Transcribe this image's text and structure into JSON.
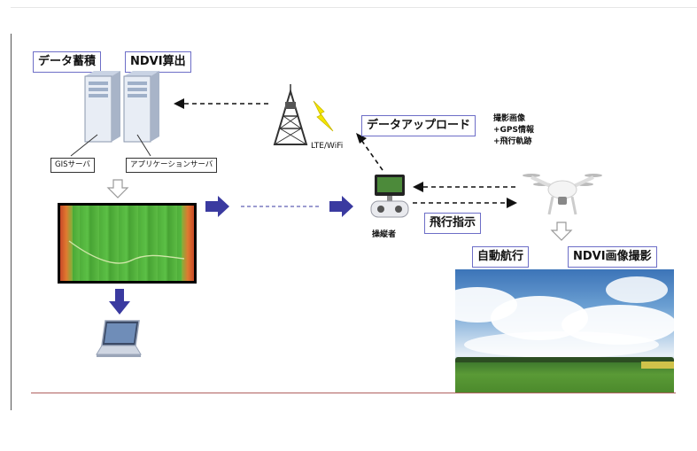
{
  "labels": {
    "data_store": "データ蓄積",
    "ndvi_calc": "NDVI算出",
    "gis_server": "GISサーバ",
    "app_server": "アプリケーションサーバ",
    "lte_wifi": "LTE/WiFi",
    "data_upload": "データアップロード",
    "upload_items": [
      "撮影画像",
      "+GPS情報",
      "+飛行軌跡"
    ],
    "operator": "操縦者",
    "flight_instruction": "飛行指示",
    "auto_flight": "自動航行",
    "ndvi_capture": "NDVI画像撮影"
  },
  "colors": {
    "box_border": "#6d6ec7",
    "flow_arrow": "#3a3aa0",
    "down_arrow": "#3a3aa0",
    "hollow_arrow": "#9a9a9a"
  },
  "icons": [
    "server-icon",
    "tower-icon",
    "lightning-icon",
    "controller-icon",
    "drone-icon",
    "laptop-icon"
  ]
}
